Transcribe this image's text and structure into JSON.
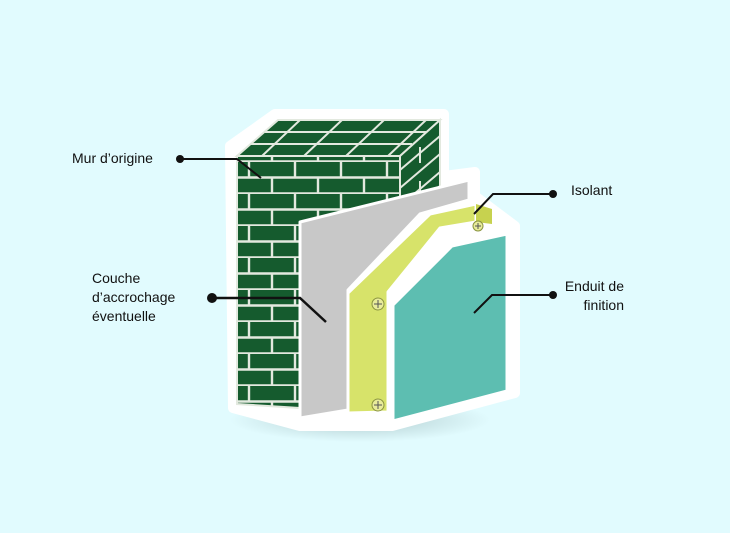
{
  "labels": {
    "mur": "Mur d’origine",
    "couche": "Couche\nd’accrochage\néventuelle",
    "isolant": "Isolant",
    "enduit": "Enduit de\nfinition"
  },
  "colors": {
    "background": "#e1fbfe",
    "brick": "#155b2e",
    "mortar": "#e3e9df",
    "adhesion_layer": "#c8c8c8",
    "insulation": "#d7e36a",
    "finish_coat": "#5dbeb1",
    "outline": "#ffffff",
    "leader": "#111111"
  },
  "icons": {
    "fixing": "screw-fixing-icon"
  }
}
